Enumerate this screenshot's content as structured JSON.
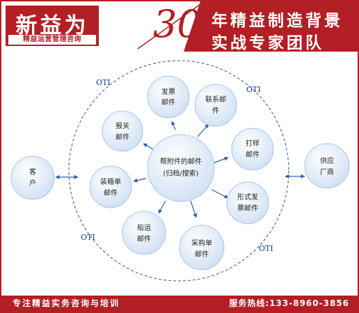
{
  "header": {
    "logo_main": "新益为",
    "logo_sub": "精益运营管理咨询",
    "number": "30",
    "line1": "年精益制造背景",
    "line2": "实战专家团队",
    "colors": {
      "brand_red": "#b21f24",
      "white": "#ffffff"
    }
  },
  "diagram": {
    "center": {
      "line1": "帮附件的邮件",
      "line2": "(归档/搜索)"
    },
    "customer": {
      "line1": "客",
      "line2": "户"
    },
    "supplier": {
      "line1": "供应",
      "line2": "厂商"
    },
    "satellites": [
      {
        "line1": "发票",
        "line2": "邮件"
      },
      {
        "line1": "联系邮",
        "line2": "件"
      },
      {
        "line1": "打样",
        "line2": "邮件"
      },
      {
        "line1": "形式发",
        "line2": "票邮件"
      },
      {
        "line1": "采购单",
        "line2": "邮件"
      },
      {
        "line1": "船运",
        "line2": "邮件"
      },
      {
        "line1": "装箱单",
        "line2": "邮件"
      },
      {
        "line1": "报关",
        "line2": "邮件"
      }
    ],
    "oti_labels": [
      "OTI",
      "OTI",
      "OTI",
      "OTI"
    ],
    "colors": {
      "node_fill": "#dce8f6",
      "arrow": "#2f5fa8",
      "dashed": "#4a6fb5",
      "oti": "#1a3a8a"
    }
  },
  "footer": {
    "left": "专注精益实务咨询与培训",
    "right": "服务热线:133-8960-3856"
  }
}
